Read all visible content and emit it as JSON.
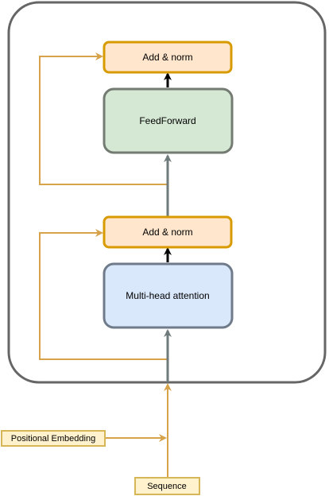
{
  "diagram": {
    "nodes": {
      "add_norm_top": {
        "label": "Add & norm"
      },
      "feedforward": {
        "label": "FeedForward"
      },
      "add_norm_bottom": {
        "label": "Add & norm"
      },
      "multihead_attention": {
        "label": "Multi-head attention"
      },
      "positional_embedding": {
        "label": "Positional Embedding"
      },
      "sequence": {
        "label": "Sequence"
      }
    },
    "colors": {
      "block_border": "#666666",
      "residual_line": "#d6a24a",
      "main_line": "#6f7b7b",
      "arrow_black": "#000000",
      "orange_fill": "#ffe6cc",
      "orange_border": "#d79b00",
      "green_fill": "#d5e8d4",
      "green_border": "#737b73",
      "blue_fill": "#dae8fc",
      "blue_border": "#6f7b8b",
      "input_fill": "#fff2cc",
      "input_border": "#d6b656"
    }
  }
}
